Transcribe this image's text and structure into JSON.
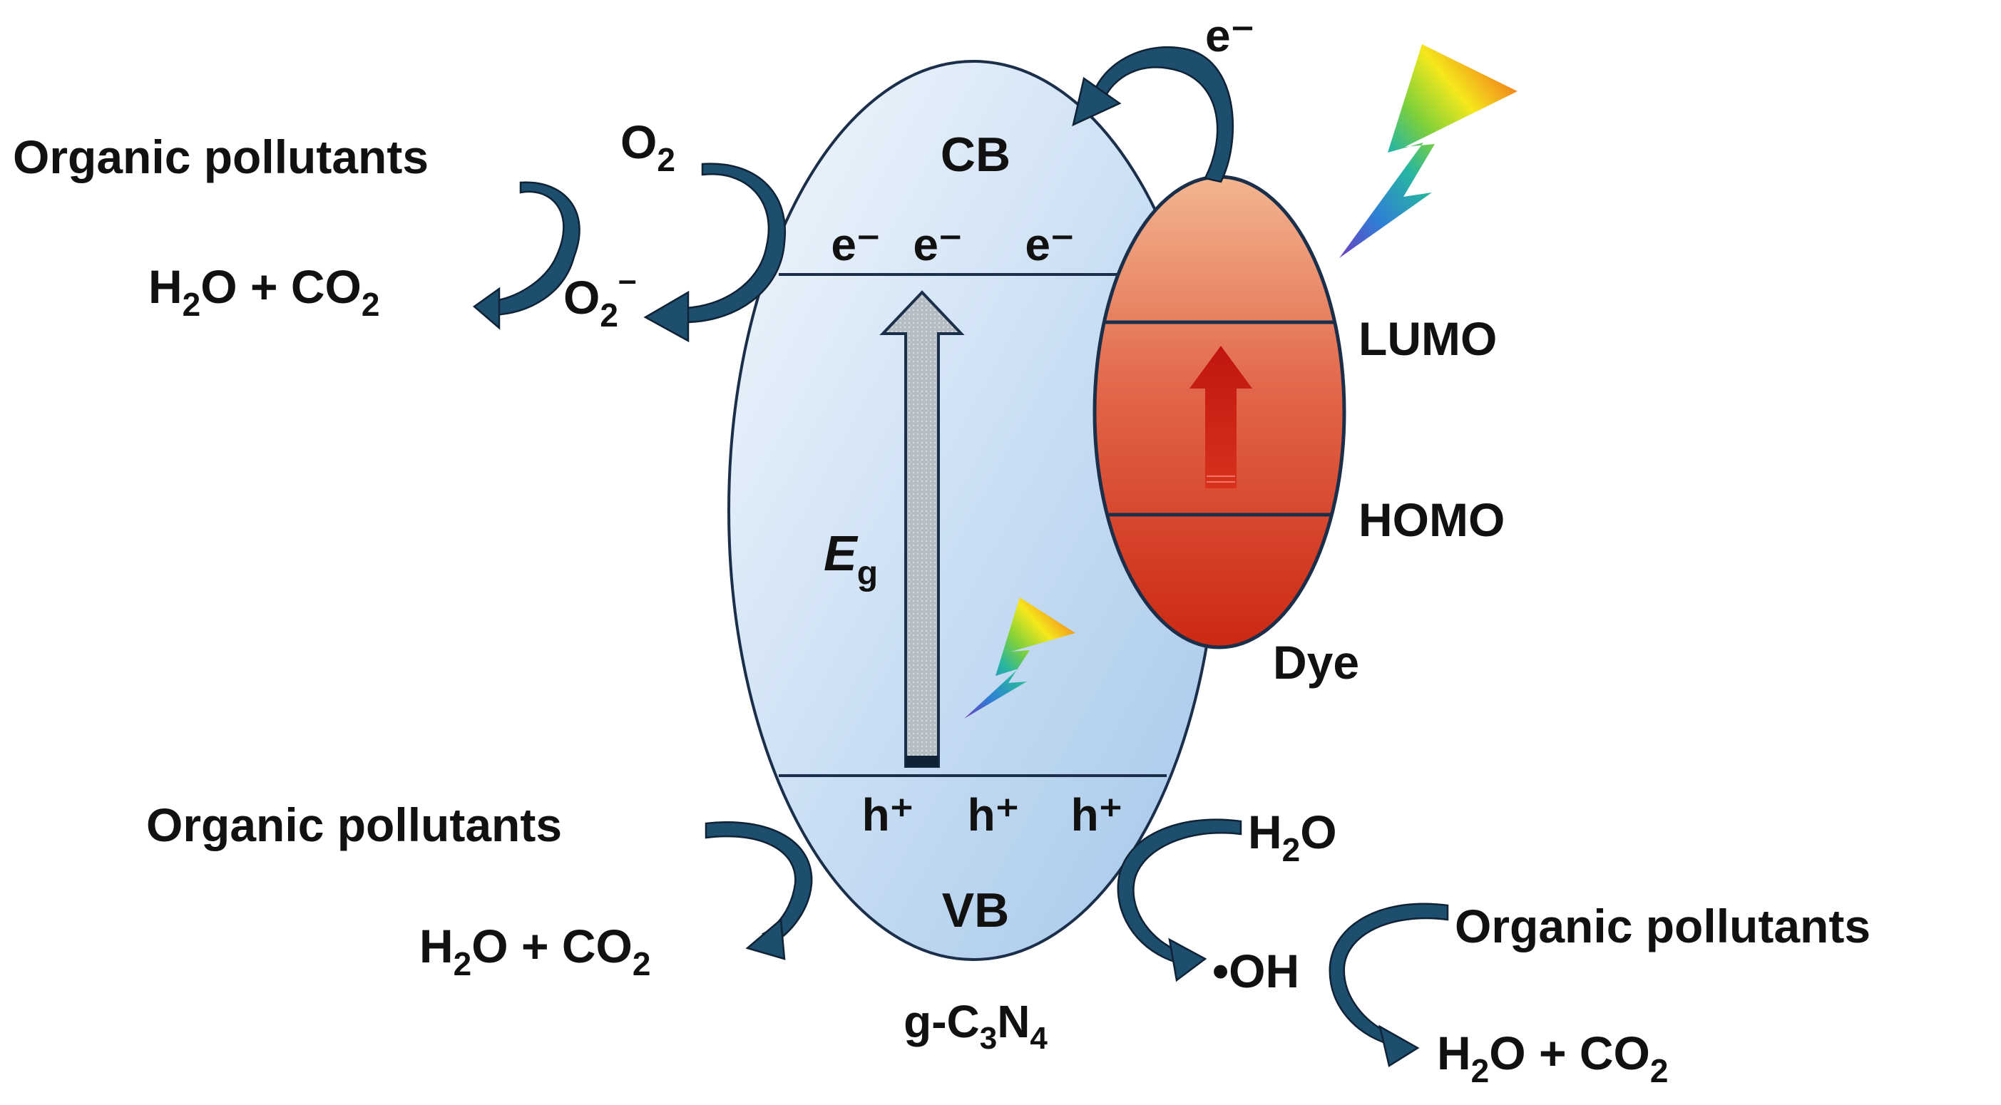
{
  "semiconductor": {
    "cb_label": "CB",
    "vb_label": "VB",
    "material": {
      "prefix": "g-C",
      "sub1": "3",
      "mid": "N",
      "sub2": "4"
    },
    "bandgap": {
      "main": "E",
      "sub": "g"
    },
    "electrons": [
      "e⁻",
      "e⁻",
      "e⁻"
    ],
    "holes": [
      "h⁺",
      "h⁺",
      "h⁺"
    ]
  },
  "dye": {
    "label": "Dye",
    "lumo": "LUMO",
    "homo": "HOMO",
    "transfer_electron": "e⁻"
  },
  "reactions": {
    "o2": {
      "main": "O",
      "sub": "2"
    },
    "superoxide": {
      "main": "O",
      "sub": "2",
      "sup": "–"
    },
    "water": {
      "pre": "H",
      "sub": "2",
      "post": "O"
    },
    "hydroxyl": "•OH",
    "organic_pollutants": "Organic pollutants",
    "products": {
      "h": "H",
      "h_sub": "2",
      "mid": "O + CO",
      "co_sub": "2"
    }
  },
  "colors": {
    "semiconductor_fill_light": "#eef5fc",
    "semiconductor_fill_dark": "#a9cbec",
    "dye_top": "#f2b08e",
    "dye_bottom": "#cf2a12",
    "curved_arrow": "#1d4e6e",
    "band_line": "#1b2f4a"
  }
}
